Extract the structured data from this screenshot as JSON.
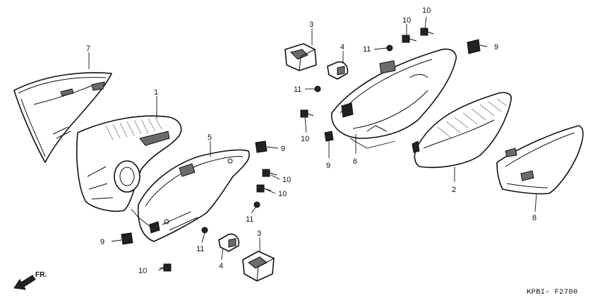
{
  "diagram_code": "KPBI– F2700",
  "direction_label": "FR.",
  "callouts": [
    {
      "id": "c1",
      "label": "1"
    },
    {
      "id": "c2",
      "label": "2"
    },
    {
      "id": "c3a",
      "label": "3"
    },
    {
      "id": "c3b",
      "label": "3"
    },
    {
      "id": "c4a",
      "label": "4"
    },
    {
      "id": "c4b",
      "label": "4"
    },
    {
      "id": "c5",
      "label": "5"
    },
    {
      "id": "c6",
      "label": "6"
    },
    {
      "id": "c7",
      "label": "7"
    },
    {
      "id": "c8",
      "label": "8"
    },
    {
      "id": "c9a",
      "label": "9"
    },
    {
      "id": "c9b",
      "label": "9"
    },
    {
      "id": "c9c",
      "label": "9"
    },
    {
      "id": "c9d",
      "label": "9"
    },
    {
      "id": "c10a",
      "label": "10"
    },
    {
      "id": "c10b",
      "label": "10"
    },
    {
      "id": "c10c",
      "label": "10"
    },
    {
      "id": "c10d",
      "label": "10"
    },
    {
      "id": "c10e",
      "label": "10"
    },
    {
      "id": "c10f",
      "label": "10"
    },
    {
      "id": "c11a",
      "label": "11"
    },
    {
      "id": "c11b",
      "label": "11"
    },
    {
      "id": "c11c",
      "label": "11"
    },
    {
      "id": "c11d",
      "label": "11"
    }
  ]
}
